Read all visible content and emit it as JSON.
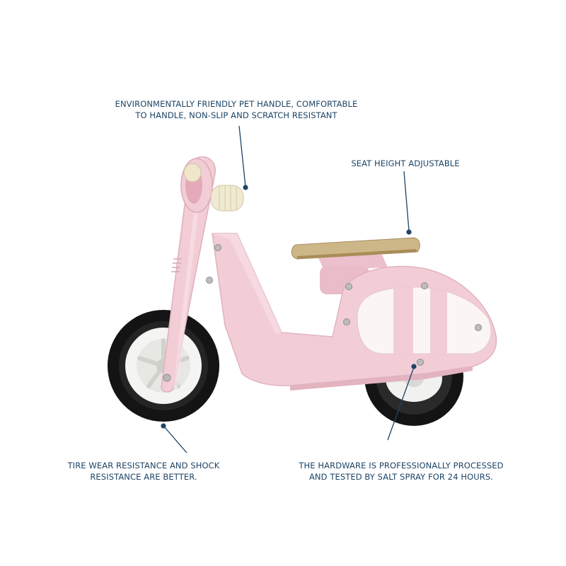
{
  "callouts": {
    "handle": {
      "line1": "ENVIRONMENTALLY FRIENDLY PET HANDLE, COMFORTABLE",
      "line2": "TO HANDLE, NON-SLIP AND SCRATCH RESISTANT"
    },
    "seat": {
      "line1": "SEAT HEIGHT ADJUSTABLE"
    },
    "tire": {
      "line1": "TIRE WEAR RESISTANCE AND SHOCK",
      "line2": "RESISTANCE ARE BETTER."
    },
    "hardware": {
      "line1": "THE HARDWARE IS PROFESSIONALLY PROCESSED",
      "line2": "AND TESTED BY SALT SPRAY FOR 24 HOURS."
    }
  },
  "colors": {
    "text": "#1d4466",
    "leader": "#1d4466",
    "body_pink": "#f2cdd6",
    "body_pink_shade": "#e3b3c0",
    "stripe_white": "#fbf6f4",
    "seat_wood": "#cdb789",
    "grip_cream": "#f1ead2",
    "tire_black": "#141414",
    "rim_white": "#f4f4f2"
  },
  "product": {
    "name": "pink wooden scooter balance bike"
  }
}
